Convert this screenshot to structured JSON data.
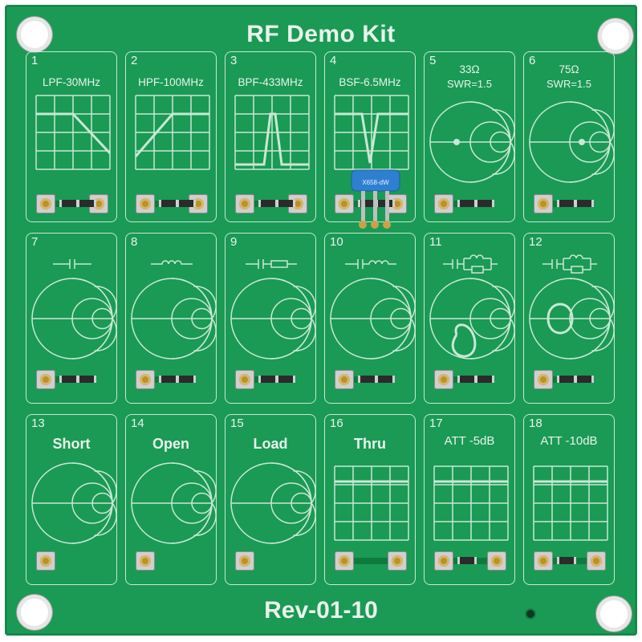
{
  "board": {
    "title": "RF Demo Kit",
    "revision": "Rev-01-10",
    "colors": {
      "pcb": "#1a9a55",
      "silkscreen": "#e9f3ec"
    }
  },
  "cells": [
    {
      "num": "1",
      "label": "LPF-30MHz",
      "art": "lpf"
    },
    {
      "num": "2",
      "label": "HPF-100MHz",
      "art": "hpf"
    },
    {
      "num": "3",
      "label": "BPF-433MHz",
      "art": "bpf"
    },
    {
      "num": "4",
      "label": "BSF-6.5MHz",
      "art": "bsf"
    },
    {
      "num": "5",
      "label": "33Ω",
      "sub": "SWR=1.5",
      "art": "smith-dot"
    },
    {
      "num": "6",
      "label": "75Ω",
      "sub": "SWR=1.5",
      "art": "smith-dot-right"
    },
    {
      "num": "7",
      "label": "",
      "art": "smith-capacitor"
    },
    {
      "num": "8",
      "label": "",
      "art": "smith-inductor"
    },
    {
      "num": "9",
      "label": "",
      "art": "smith-rc"
    },
    {
      "num": "10",
      "label": "",
      "art": "smith-lc"
    },
    {
      "num": "11",
      "label": "",
      "art": "smith-loop"
    },
    {
      "num": "12",
      "label": "",
      "art": "smith-loop2"
    },
    {
      "num": "13",
      "label": "Short",
      "art": "smith"
    },
    {
      "num": "14",
      "label": "Open",
      "art": "smith"
    },
    {
      "num": "15",
      "label": "Load",
      "art": "smith"
    },
    {
      "num": "16",
      "label": "Thru",
      "art": "grid"
    },
    {
      "num": "17",
      "label": "ATT -5dB",
      "art": "grid"
    },
    {
      "num": "18",
      "label": "ATT -10dB",
      "art": "grid"
    }
  ],
  "resonator_marking": "X658-dW"
}
